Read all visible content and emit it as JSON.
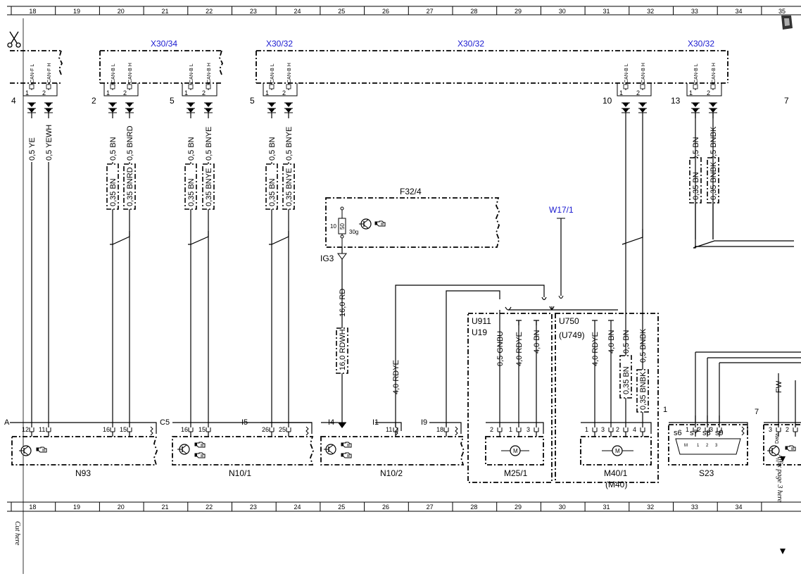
{
  "grid": {
    "columns": [
      "18",
      "19",
      "20",
      "21",
      "22",
      "23",
      "24",
      "25",
      "26",
      "27",
      "28",
      "29",
      "30",
      "31",
      "32",
      "33",
      "34"
    ],
    "edge_number": "35"
  },
  "connectors": {
    "x30_34": "X30/34",
    "x30_32_left": "X30/32",
    "x30_32_mid": "X30/32",
    "x30_32_right": "X30/32",
    "w17_1": "W17/1",
    "f32_4": "F32/4",
    "ig3": "IG3",
    "fuse_10": "10",
    "fuse_50": "50",
    "fuse_30g": "30g"
  },
  "top_connector_groups": [
    {
      "ref": "4",
      "pins": [
        {
          "name": "CAN-F L",
          "num": "1"
        },
        {
          "name": "CAN-F H",
          "num": "2"
        }
      ]
    },
    {
      "ref": "2",
      "pins": [
        {
          "name": "CAN-B L",
          "num": "1"
        },
        {
          "name": "CAN-B H",
          "num": "2"
        }
      ]
    },
    {
      "ref": "5",
      "pins": [
        {
          "name": "CAN-B L",
          "num": "1"
        },
        {
          "name": "CAN-B H",
          "num": "2"
        }
      ]
    },
    {
      "ref": "5",
      "pins": [
        {
          "name": "CAN-B L",
          "num": "1"
        },
        {
          "name": "CAN-B H",
          "num": "2"
        }
      ]
    },
    {
      "ref": "10",
      "pins": [
        {
          "name": "CAN-B L",
          "num": "1"
        },
        {
          "name": "CAN-B H",
          "num": "2"
        }
      ]
    },
    {
      "ref": "13",
      "pins": [
        {
          "name": "CAN-B L",
          "num": "1"
        },
        {
          "name": "CAN-B H",
          "num": "2"
        }
      ]
    }
  ],
  "edge_ref_right": "7",
  "wires_upper": [
    "0,5 YE",
    "0,5 YEWH",
    "0,5 BN",
    "0,5 BNRD",
    "0,5 BN",
    "0,5 BNYE",
    "0,5 BN",
    "0,5 BNYE",
    "0,5 BN",
    "0,5 BNBK"
  ],
  "splices_upper": [
    "0,35 BN",
    "0,35 BNRD",
    "0,35 BN",
    "0,35 BNYE",
    "0,35 BN",
    "0,35 BNYE",
    "0,35 BN",
    "0,35 BNBK"
  ],
  "wires_middle": {
    "rd": "16,0 RD",
    "rdwh": "16,0 RDWH",
    "rdye_n102": "4,0 RDYE",
    "gnbu": "0,5 GNBU",
    "rdye_m25": "4,0 RDYE",
    "bn_m25": "4,0 BN",
    "rdye_m40": "4,0 RDYE",
    "bn_m40": "4,0 BN",
    "bn_05": "0,5 BN",
    "bnbk_05": "0,5 BNBK",
    "splice_bn": "0,35 BN",
    "splice_bnbk": "0,35 BNBK",
    "fw": "FW"
  },
  "variant_boxes": {
    "left_a": "U911",
    "left_b": "U19",
    "right_a": "U750",
    "right_b": "(U749)"
  },
  "components": [
    {
      "ref": "N93",
      "plug": "",
      "pins": [
        "12",
        "11",
        "16",
        "15"
      ]
    },
    {
      "ref": "N10/1",
      "plug": "C5",
      "pins": [
        "16",
        "15"
      ]
    },
    {
      "ref": "N10/1",
      "plug": "I5",
      "pins": [
        "26",
        "25"
      ]
    },
    {
      "ref": "N10/2",
      "plug": "I4",
      "pins": [
        "11",
        "18"
      ]
    },
    {
      "ref": "M25/1",
      "plug": "",
      "pins": [
        "2",
        "1",
        "3"
      ]
    },
    {
      "ref": "M40/1",
      "plug": "",
      "pins": [
        "1",
        "3",
        "2",
        "4"
      ]
    },
    {
      "ref": "S23",
      "plug": "1",
      "pins": [
        "1",
        "2",
        "3"
      ]
    }
  ],
  "labels": {
    "n93": "N93",
    "n10_1": "N10/1",
    "n10_2": "N10/2",
    "m25_1": "M25/1",
    "m40_1": "M40/1",
    "m40": "(M40)",
    "s23": "S23",
    "plug_a": "A",
    "plug_c5": "C5",
    "plug_i5": "I5",
    "plug_i4": "I4",
    "plug_i1": "I1",
    "plug_i9": "I9",
    "plug_s23": "1",
    "plug_right": "7",
    "pin_11_n102": "11",
    "pin_18_n102": "18",
    "s6": "s6",
    "s7": "s7",
    "s8": "s8",
    "s9": "s9",
    "s23_pin1": "1",
    "s23_pin2": "2",
    "s23_pin3": "3",
    "s23_inner_m": "M",
    "s23_inner_1": "1",
    "s23_inner_2": "2",
    "s23_inner_3": "3",
    "right_pin3": "3",
    "right_pin2": "2",
    "data_label": "Data",
    "motor_m": "M",
    "cut_here": "Cut here",
    "affix_page": "Affix page 3 here"
  },
  "colors": {
    "line": "#000000",
    "connector_name": "#1a1ad0"
  },
  "icons": [
    "scissors-icon",
    "hand-pointer-icon",
    "transistor-icon",
    "motor-icon",
    "ground-icon",
    "page-corner-icon"
  ]
}
